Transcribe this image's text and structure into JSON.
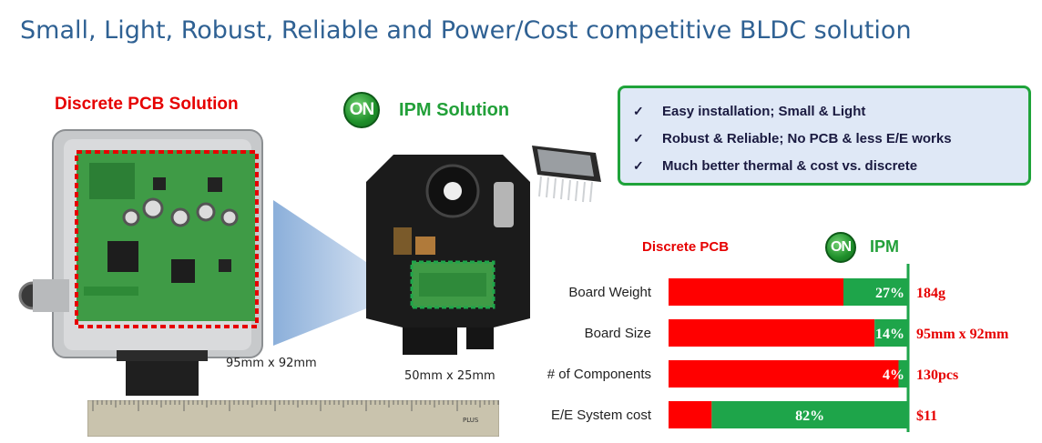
{
  "title": "Small, Light, Robust, Reliable and Power/Cost competitive BLDC solution",
  "discrete": {
    "label": "Discrete PCB Solution",
    "dimensions": "95mm x 92mm"
  },
  "ipm": {
    "logo_text": "ON",
    "label": "IPM Solution",
    "dimensions": "50mm x 25mm"
  },
  "benefits": {
    "check_glyph": "✓",
    "items": [
      "Easy installation; Small & Light",
      "Robust & Reliable; No PCB & less E/E works",
      "Much better thermal & cost vs. discrete"
    ]
  },
  "comparison": {
    "legend_discrete": "Discrete PCB",
    "legend_ipm_logo": "ON",
    "legend_ipm": "IPM"
  },
  "chart_data": {
    "type": "bar",
    "orientation": "horizontal",
    "categories": [
      "Board Weight",
      "Board Size",
      "# of Components",
      "E/E System cost"
    ],
    "ipm_percent": [
      27,
      14,
      4,
      82
    ],
    "ipm_labels": [
      "27%",
      "14%",
      "4%",
      "82%"
    ],
    "discrete_values": [
      "184g",
      "95mm x 92mm",
      "130pcs",
      "$11"
    ],
    "colors": {
      "discrete": "#ff0000",
      "ipm": "#1ea54a",
      "baseline": "#1ea54a"
    }
  },
  "ruler_brand": "PLUS"
}
